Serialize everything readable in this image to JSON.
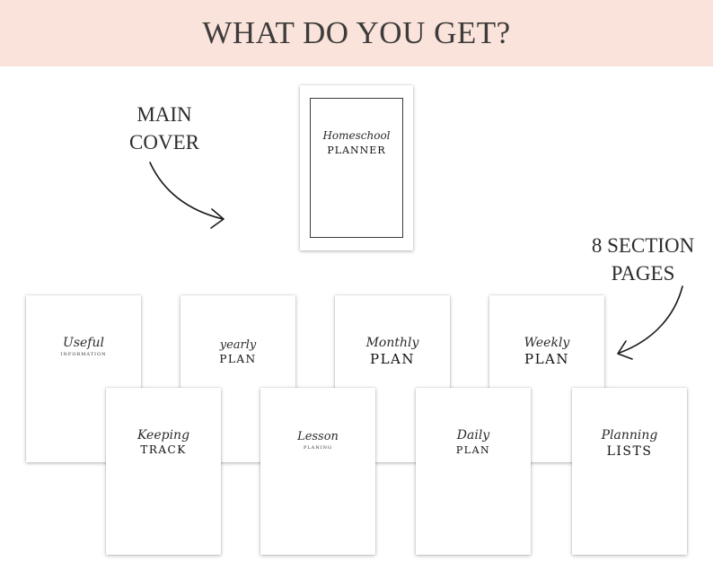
{
  "header": {
    "title": "WHAT DO YOU GET?"
  },
  "callouts": {
    "main_cover": [
      "MAIN",
      "COVER"
    ],
    "section_pages": [
      "8 SECTION",
      "PAGES"
    ]
  },
  "cover": {
    "script": "Homeschool",
    "caps": "PLANNER"
  },
  "sections": [
    {
      "script": "Useful",
      "caps": "INFORMATION"
    },
    {
      "script": "yearly",
      "caps": "PLAN"
    },
    {
      "script": "Monthly",
      "caps": "PLAN"
    },
    {
      "script": "Weekly",
      "caps": "PLAN"
    },
    {
      "script": "Keeping",
      "caps": "TRACK"
    },
    {
      "script": "Lesson",
      "caps": "PLANING"
    },
    {
      "script": "Daily",
      "caps": "PLAN"
    },
    {
      "script": "Planning",
      "caps": "LISTS"
    }
  ],
  "colors": {
    "banner": "#f9e3da",
    "text": "#3d3b3b"
  }
}
